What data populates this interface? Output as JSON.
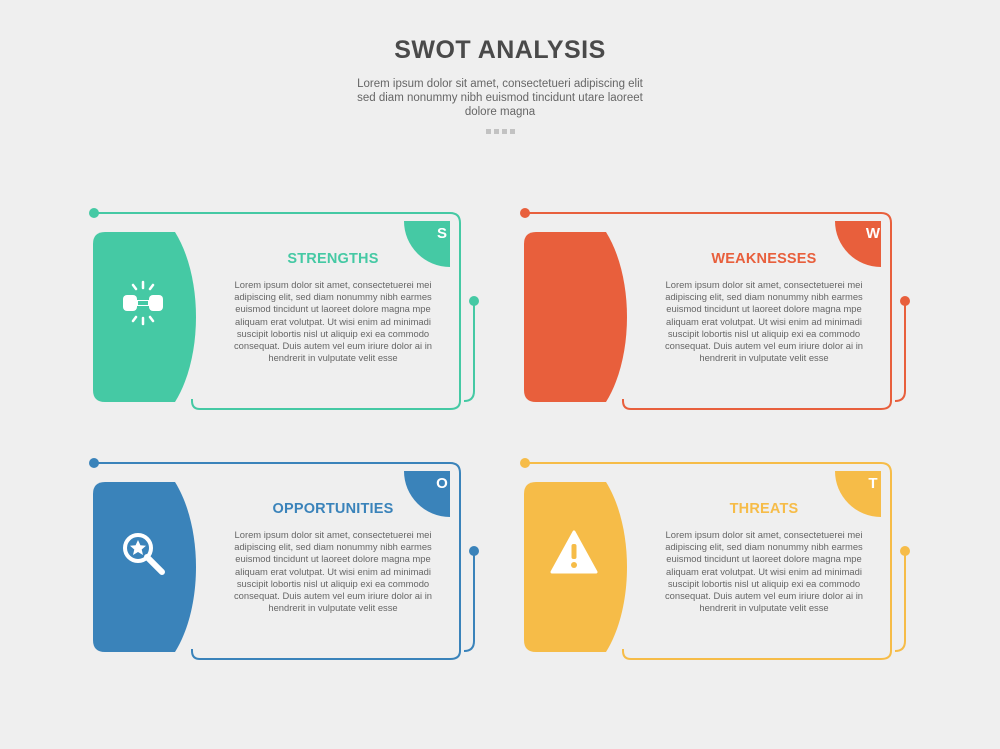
{
  "header": {
    "title": "SWOT ANALYSIS",
    "subtitle": "Lorem ipsum dolor sit amet, consectetueri adipiscing elit sed diam nonummy nibh euismod tincidunt utare laoreet dolore magna"
  },
  "cards": [
    {
      "letter": "S",
      "title": "STRENGTHS",
      "body": "Lorem ipsum dolor sit amet, consectetuerei mei adipiscing elit, sed diam nonummy nibh earmes euismod tincidunt ut laoreet dolore magna mpe aliquam erat volutpat. Ut wisi enim ad minimadi suscipit lobortis nisl ut aliquip exi ea commodo consequat. Duis autem vel eum iriure dolor ai in hendrerit in vulputate velit esse",
      "color": "#45c9a4",
      "icon": "dumbbell-icon"
    },
    {
      "letter": "W",
      "title": "WEAKNESSES",
      "body": "Lorem ipsum dolor sit amet, consectetuerei mei adipiscing elit, sed diam nonummy nibh earmes euismod tincidunt ut laoreet dolore magna mpe aliquam erat volutpat. Ut wisi enim ad minimadi suscipit lobortis nisl ut aliquip exi ea commodo consequat. Duis autem vel eum iriure dolor ai in hendrerit in vulputate velit esse",
      "color": "#e85f3c",
      "icon": ""
    },
    {
      "letter": "O",
      "title": "OPPORTUNITIES",
      "body": "Lorem ipsum dolor sit amet, consectetuerei mei adipiscing elit, sed diam nonummy nibh earmes euismod tincidunt ut laoreet dolore magna mpe aliquam erat volutpat. Ut wisi enim ad minimadi suscipit lobortis nisl ut aliquip exi ea commodo consequat. Duis autem vel eum iriure dolor ai in hendrerit in vulputate velit esse",
      "color": "#3a83ba",
      "icon": "magnifier-star-icon"
    },
    {
      "letter": "T",
      "title": "THREATS",
      "body": "Lorem ipsum dolor sit amet, consectetuerei mei adipiscing elit, sed diam nonummy nibh earmes euismod tincidunt ut laoreet dolore magna mpe aliquam erat volutpat. Ut wisi enim ad minimadi suscipit lobortis nisl ut aliquip exi ea commodo consequat. Duis autem vel eum iriure dolor ai in hendrerit in vulputate velit esse",
      "color": "#f6bc48",
      "icon": "warning-icon"
    }
  ]
}
